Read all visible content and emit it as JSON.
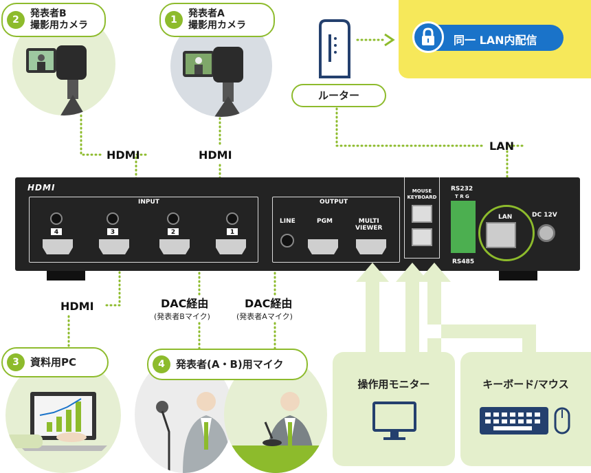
{
  "sources": {
    "presenter_b_camera": {
      "num": "2",
      "line1": "発表者B",
      "line2": "撮影用カメラ"
    },
    "presenter_a_camera": {
      "num": "1",
      "line1": "発表者A",
      "line2": "撮影用カメラ"
    },
    "material_pc": {
      "num": "3",
      "label": "資料用PC"
    },
    "mics": {
      "num": "4",
      "label": "発表者(A・B)用マイク"
    }
  },
  "router": {
    "label": "ルーター"
  },
  "lan_distribution": {
    "label": "同一 LAN内配信"
  },
  "connections": {
    "hdmi_b": "HDMI",
    "hdmi_a": "HDMI",
    "hdmi_pc": "HDMI",
    "lan": "LAN",
    "dac_b": "DAC経由",
    "dac_b_sub": "(発表者Bマイク)",
    "dac_a": "DAC経由",
    "dac_a_sub": "(発表者Aマイク)"
  },
  "device": {
    "logo": "HDMI",
    "input_label": "INPUT",
    "output_label": "OUTPUT",
    "ports": [
      "4",
      "3",
      "2",
      "1"
    ],
    "line": "LINE",
    "pgm": "PGM",
    "multi_viewer": "MULTI\nVIEWER",
    "mouse_keyboard": "MOUSE\nKEYBOARD",
    "rs232": "RS232",
    "trg": "T R G",
    "rs485": "RS485",
    "lan": "LAN",
    "dc": "DC 12V"
  },
  "outputs": {
    "monitor": {
      "label": "操作用モニター"
    },
    "keyboard_mouse": {
      "label": "キーボード/マウス"
    }
  },
  "colors": {
    "accent": "#8dbb2c",
    "yellow": "#f6e85a",
    "blue": "#1a73c9",
    "card": "#e4efcc",
    "device": "#232323"
  }
}
